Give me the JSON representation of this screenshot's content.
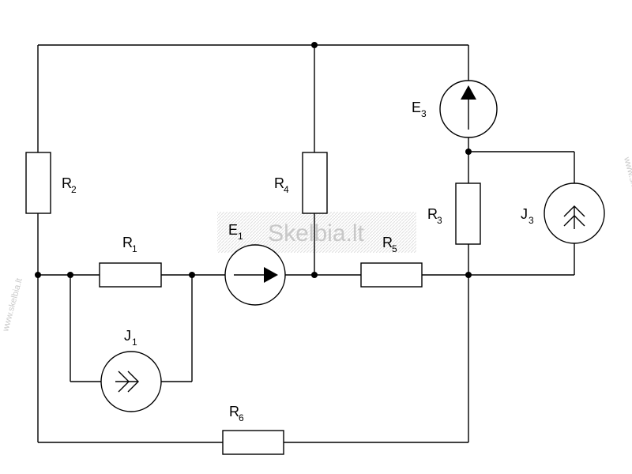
{
  "labels": {
    "R1": {
      "main": "R",
      "sub": "1"
    },
    "R2": {
      "main": "R",
      "sub": "2"
    },
    "R3": {
      "main": "R",
      "sub": "3"
    },
    "R4": {
      "main": "R",
      "sub": "4"
    },
    "R5": {
      "main": "R",
      "sub": "5"
    },
    "R6": {
      "main": "R",
      "sub": "6"
    },
    "E1": {
      "main": "E",
      "sub": "1"
    },
    "E3": {
      "main": "E",
      "sub": "3"
    },
    "J1": {
      "main": "J",
      "sub": "1"
    },
    "J3": {
      "main": "J",
      "sub": "3"
    }
  },
  "watermark": {
    "text": "Skelbia.lt",
    "side_text": "www.skelbia.lt"
  },
  "colors": {
    "line": "#000000",
    "watermark": "#c8c8c8",
    "watermark_band": "#e6e6e6"
  }
}
